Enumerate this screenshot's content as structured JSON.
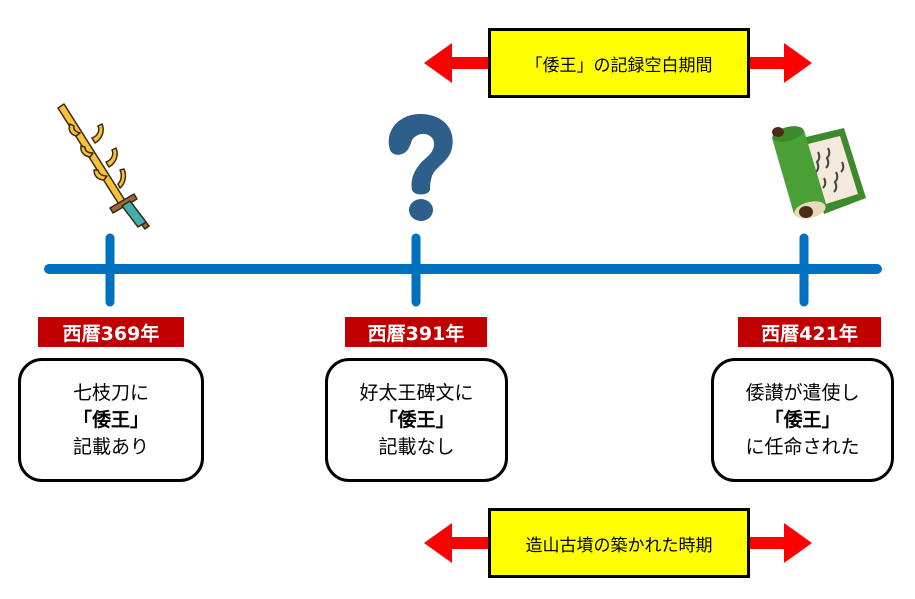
{
  "top_banner": {
    "label": "「倭王」の記録空白期間",
    "box_color": "#ffff00",
    "arrow_color": "#ff0000"
  },
  "bottom_banner": {
    "label": "造山古墳の築かれた時期",
    "box_color": "#ffff00",
    "arrow_color": "#ff0000"
  },
  "timeline": {
    "line_color": "#0070c0",
    "events": [
      {
        "icon": "sword-icon",
        "year_label": "西暦369年",
        "lines": [
          "七枝刀に",
          "「倭王」",
          "記載あり"
        ]
      },
      {
        "icon": "question-mark-icon",
        "year_label": "西暦391年",
        "lines": [
          "好太王碑文に",
          "「倭王」",
          "記載なし"
        ]
      },
      {
        "icon": "scroll-icon",
        "year_label": "西暦421年",
        "lines": [
          "倭讃が遣使し",
          "「倭王」",
          "に任命された"
        ]
      }
    ]
  },
  "year_label_color": "#c00000"
}
